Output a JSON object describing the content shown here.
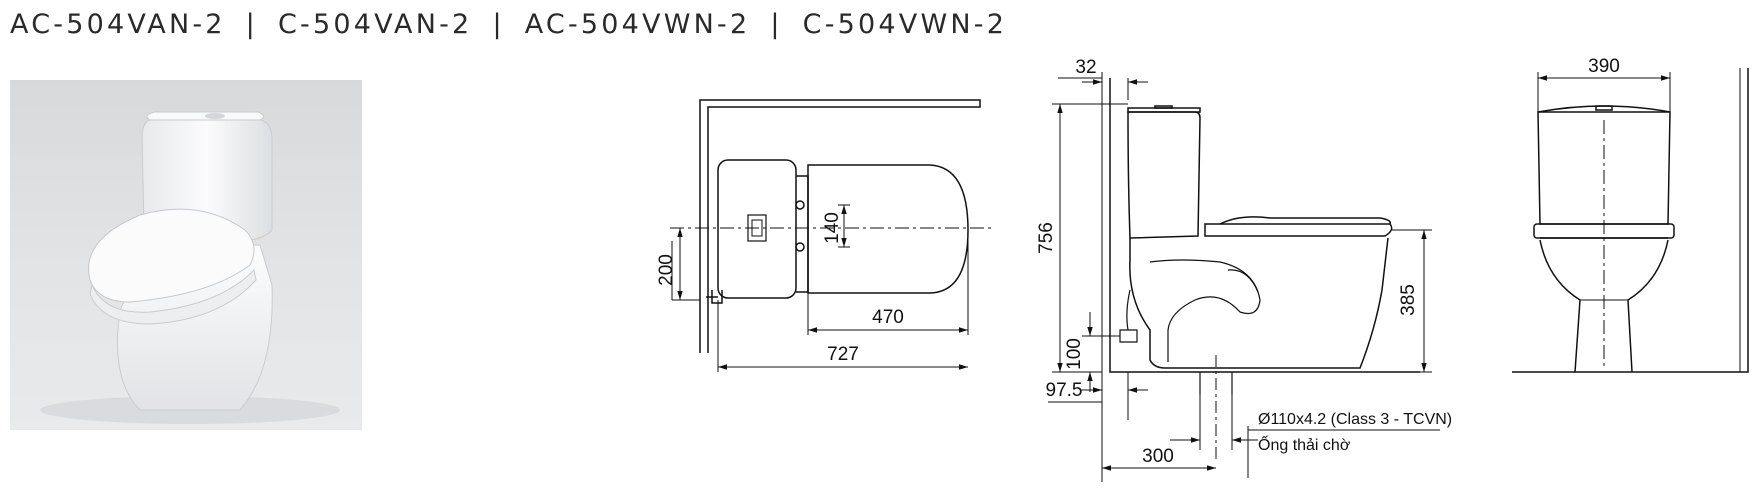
{
  "title": {
    "models": [
      "AC-504VAN-2",
      "C-504VAN-2",
      "AC-504VWN-2",
      "C-504VWN-2"
    ],
    "separators": [
      "|",
      "|",
      "|"
    ]
  },
  "top_view": {
    "dim_200": "200",
    "dim_140": "140",
    "dim_470": "470",
    "dim_727": "727"
  },
  "side_view": {
    "dim_32": "32",
    "dim_756": "756",
    "dim_385": "385",
    "dim_100": "100",
    "dim_97_5": "97.5",
    "dim_300": "300",
    "pipe_spec": "Ø110x4.2 (Class 3 - TCVN)",
    "pipe_name": "Ống thải chờ"
  },
  "front_view": {
    "dim_390": "390"
  },
  "colors": {
    "line": "#111111",
    "photo_bg": "#dfe1e3",
    "ceramic": "#f6f7f8"
  }
}
